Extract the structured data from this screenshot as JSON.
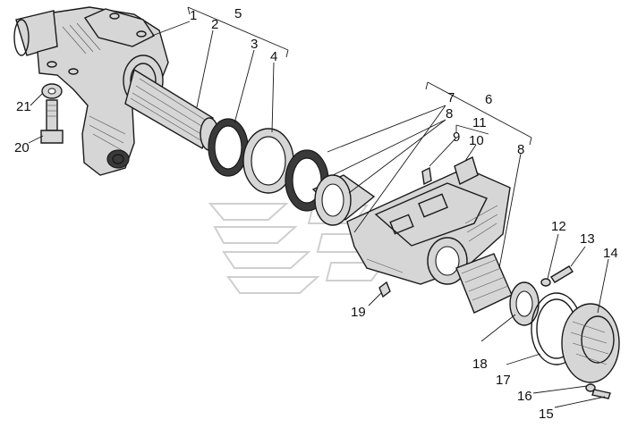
{
  "diagram": {
    "labels": {
      "l1": "1",
      "l2": "2",
      "l3": "3",
      "l4": "4",
      "l5": "5",
      "l6": "6",
      "l7": "7",
      "l8a": "8",
      "l8b": "8",
      "l9": "9",
      "l10": "10",
      "l11": "11",
      "l12": "12",
      "l13": "13",
      "l14": "14",
      "l15": "15",
      "l16": "16",
      "l17": "17",
      "l18": "18",
      "l19": "19",
      "l20": "20",
      "l21": "21"
    }
  }
}
